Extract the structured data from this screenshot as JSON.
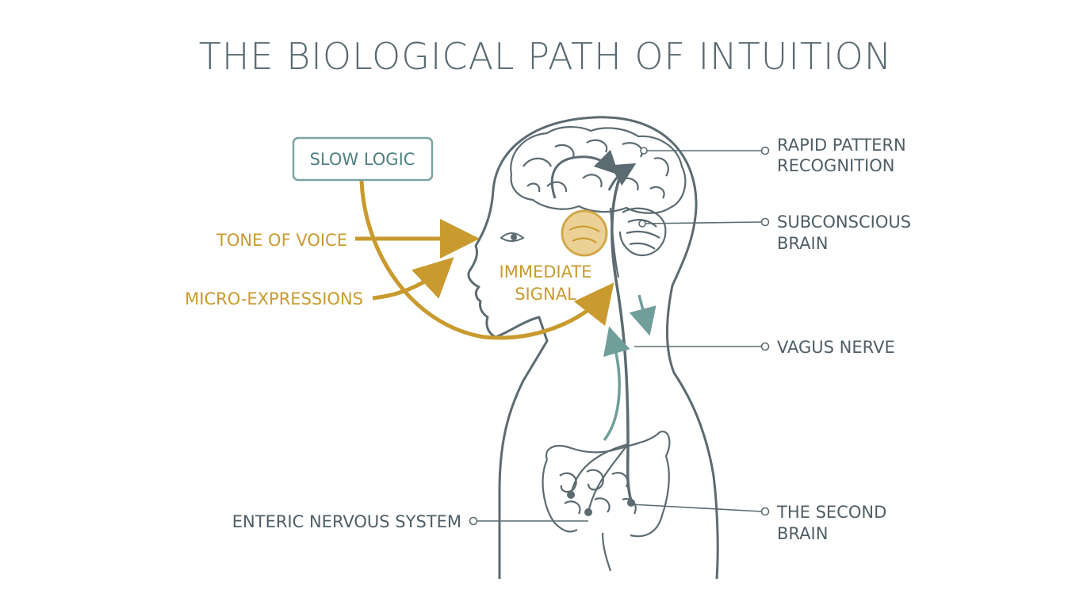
{
  "title": "THE BIOLOGICAL PATH OF INTUITION",
  "colors": {
    "outline": "#5c6b72",
    "gold": "#c99a2e",
    "teal": "#6f9e9b",
    "text": "#4f5e66"
  },
  "inputs": {
    "slow_logic": "SLOW LOGIC",
    "tone_of_voice": "TONE OF VOICE",
    "micro_expressions": "MICRO-EXPRESSIONS",
    "immediate_signal": [
      "IMMEDIATE",
      "SIGNAL"
    ]
  },
  "callouts": {
    "rapid_pattern": [
      "RAPID PATTERN",
      "RECOGNITION"
    ],
    "subconscious": [
      "SUBCONSCIOUS",
      "BRAIN"
    ],
    "vagus": "VAGUS NERVE",
    "second_brain": [
      "THE SECOND",
      "BRAIN"
    ],
    "enteric": "ENTERIC NERVOUS SYSTEM"
  }
}
